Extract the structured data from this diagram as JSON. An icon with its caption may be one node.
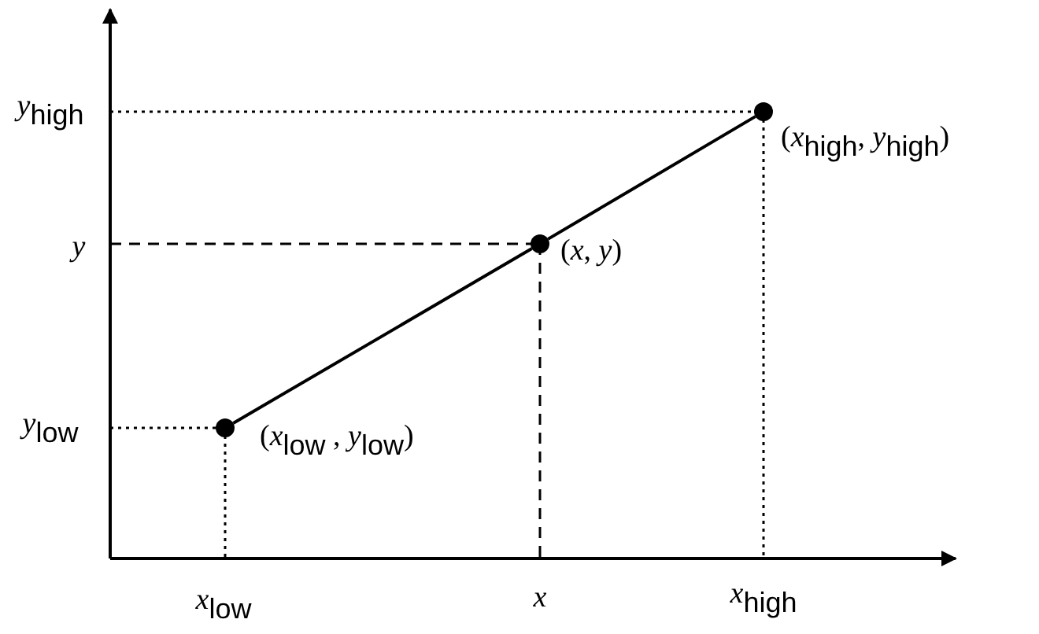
{
  "diagram": {
    "nodes": [
      {
        "text": [],
        "shape": "circle",
        "beside": [
          "(*x*$_{low}$ , *y*$_{low}$)"
        ]
      },
      {
        "text": [],
        "shape": "circle",
        "beside": [
          "(*x*, *y*)"
        ]
      },
      {
        "text": [],
        "shape": "circle",
        "beside": [
          "(*x*$_{high}$, *y*$_{high}$)"
        ]
      }
    ],
    "edges": [
      {
        "from": 0,
        "to": 1,
        "arrow": "none"
      },
      {
        "from": 1,
        "to": 2,
        "arrow": "none"
      }
    ],
    "labels": [
      "*y*$_{high}$",
      "*y*",
      "*y*$_{low}$",
      "*x*$_{low}$",
      "*x*",
      "*x*$_{high}$"
    ]
  }
}
